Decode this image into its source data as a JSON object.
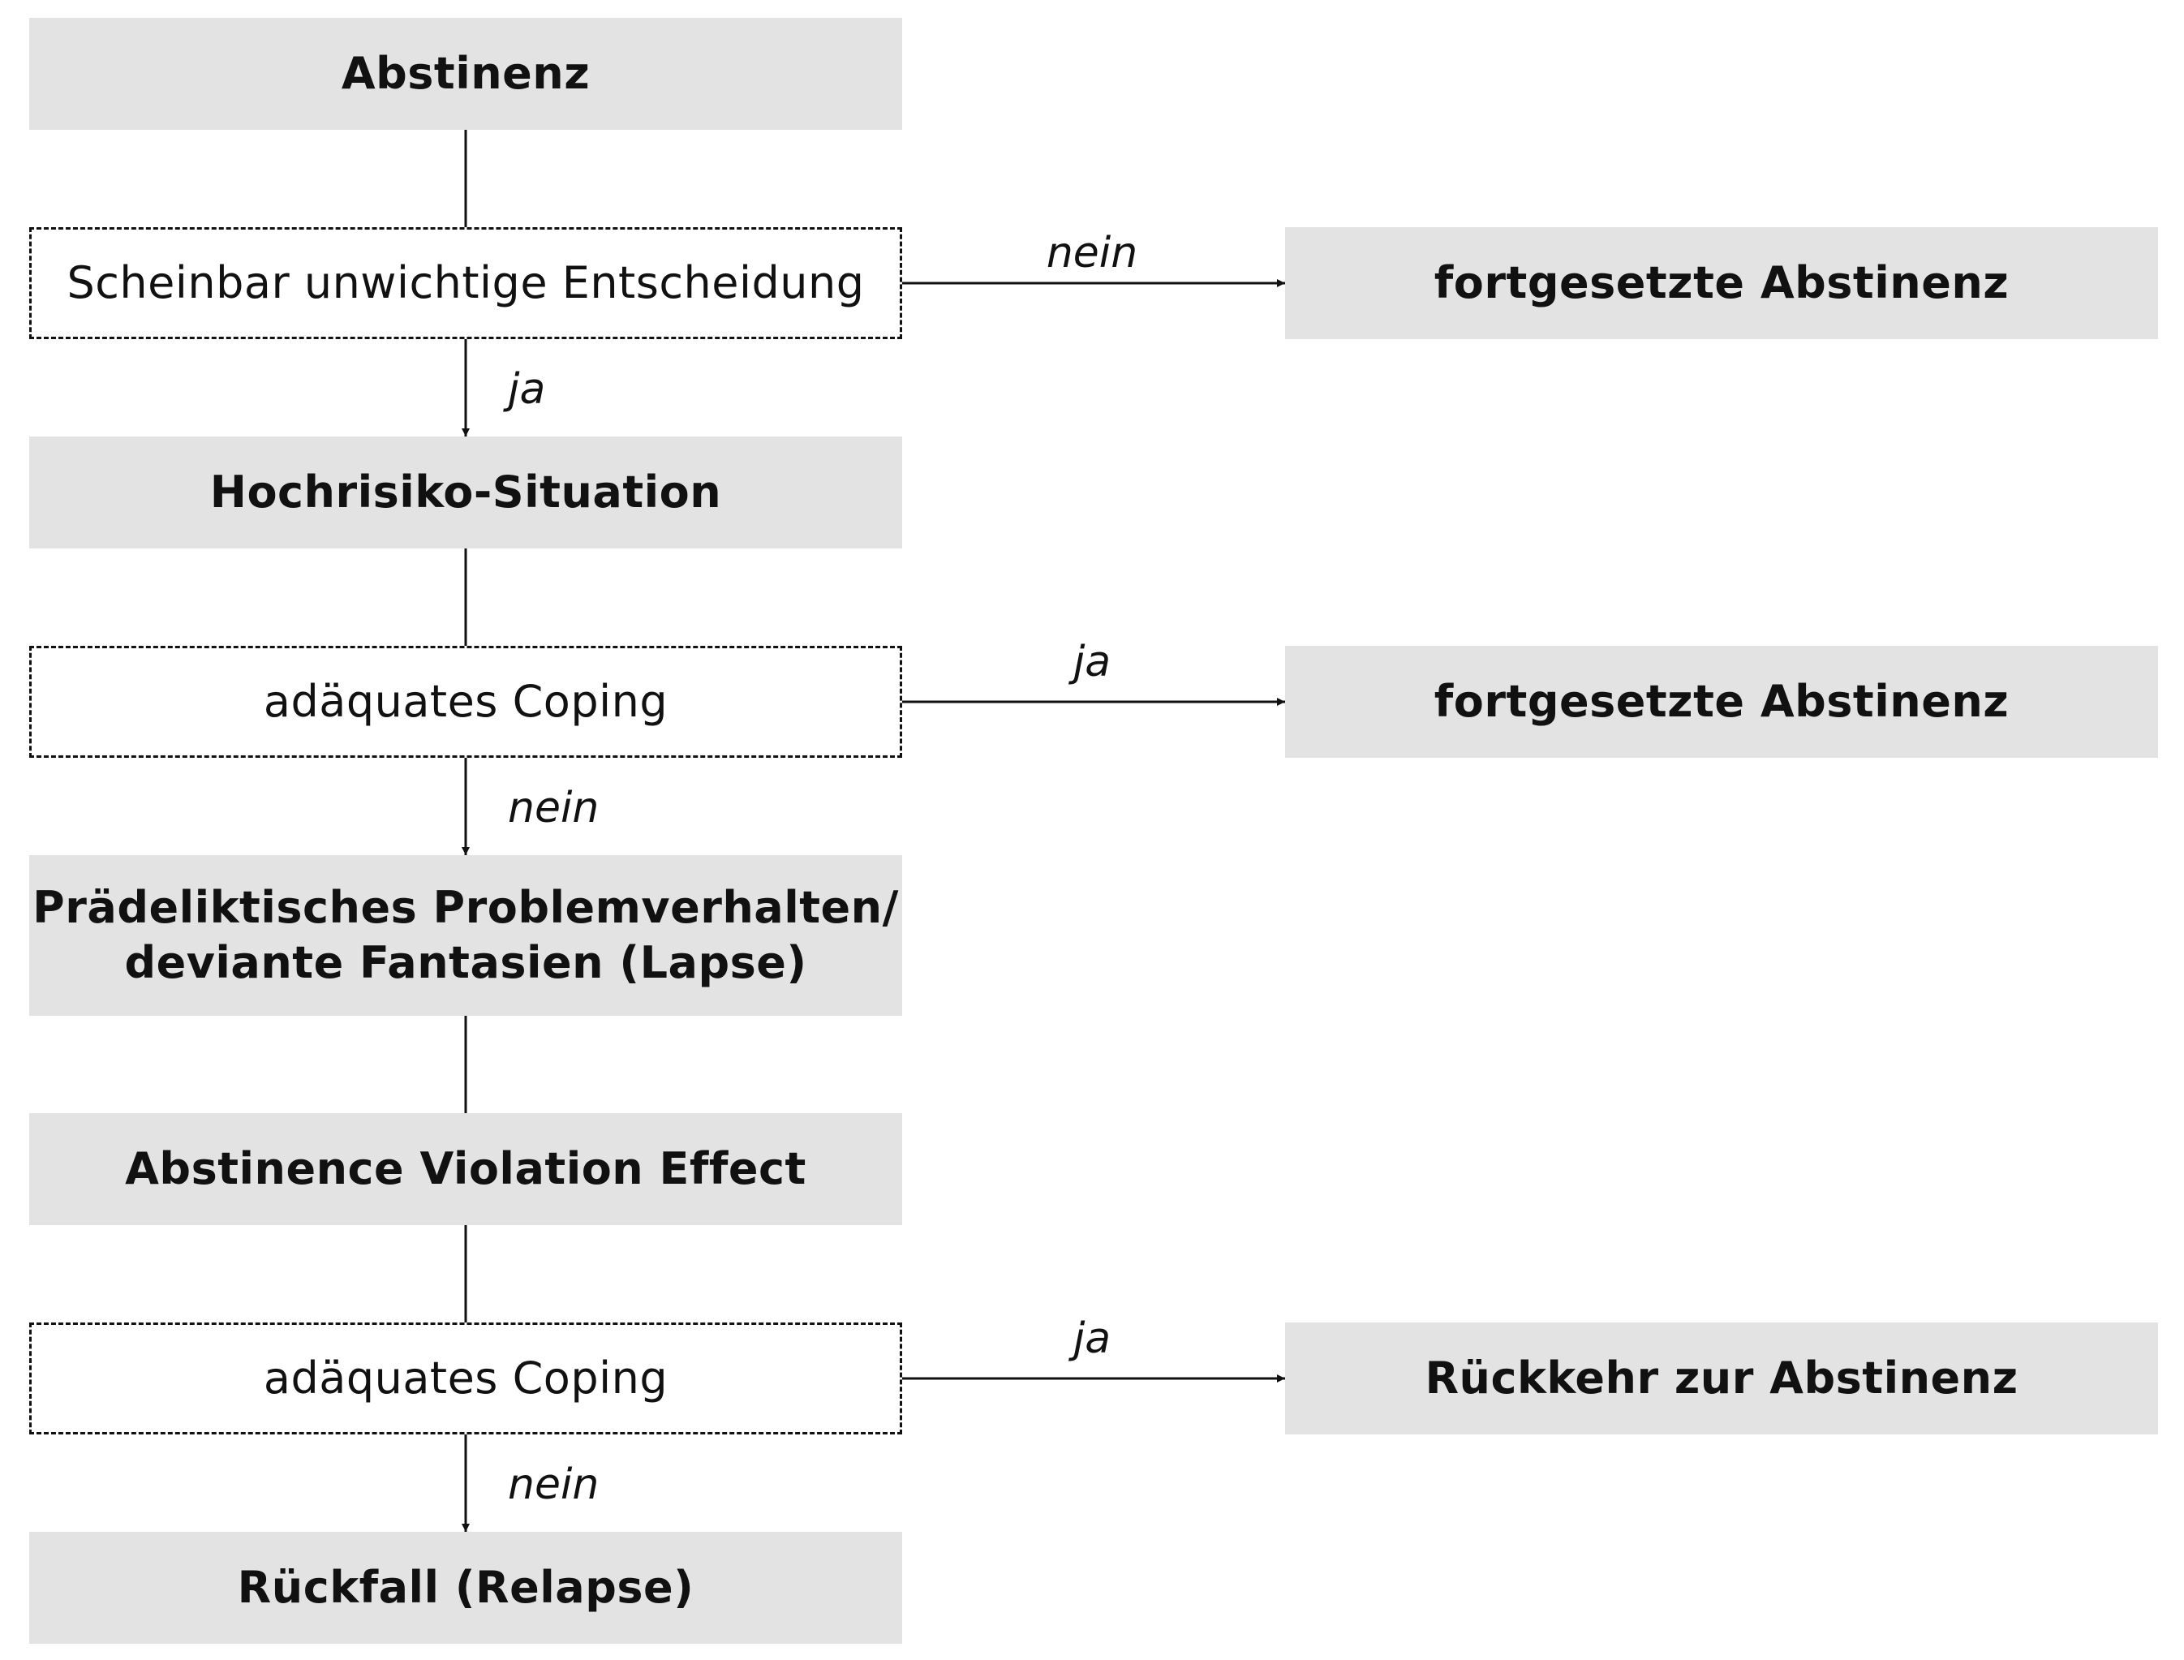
{
  "diagram": {
    "nodes": [
      {
        "id": "abstinenz",
        "lines": [
          "Abstinenz"
        ],
        "style": "solid"
      },
      {
        "id": "scheinbar",
        "lines": [
          "Scheinbar unwichtige Entscheidung"
        ],
        "style": "dashed"
      },
      {
        "id": "fortgesetzte-1",
        "lines": [
          "fortgesetzte Abstinenz"
        ],
        "style": "solid"
      },
      {
        "id": "hochrisiko",
        "lines": [
          "Hochrisiko-Situation"
        ],
        "style": "solid"
      },
      {
        "id": "coping-1",
        "lines": [
          "adäquates Coping"
        ],
        "style": "dashed"
      },
      {
        "id": "fortgesetzte-2",
        "lines": [
          "fortgesetzte Abstinenz"
        ],
        "style": "solid"
      },
      {
        "id": "lapse",
        "lines": [
          "Prädeliktisches Problemverhalten/",
          "deviante Fantasien (Lapse)"
        ],
        "style": "solid"
      },
      {
        "id": "ave",
        "lines": [
          "Abstinence Violation Effect"
        ],
        "style": "solid"
      },
      {
        "id": "coping-2",
        "lines": [
          "adäquates Coping"
        ],
        "style": "dashed"
      },
      {
        "id": "rueckkehr",
        "lines": [
          "Rückkehr zur Abstinenz"
        ],
        "style": "solid"
      },
      {
        "id": "rueckfall",
        "lines": [
          "Rückfall (Relapse)"
        ],
        "style": "solid"
      }
    ],
    "edges": [
      {
        "from": "abstinenz",
        "to": "scheinbar",
        "label": "",
        "arrow": false
      },
      {
        "from": "scheinbar",
        "to": "fortgesetzte-1",
        "label": "nein",
        "arrow": true
      },
      {
        "from": "scheinbar",
        "to": "hochrisiko",
        "label": "ja",
        "arrow": true
      },
      {
        "from": "hochrisiko",
        "to": "coping-1",
        "label": "",
        "arrow": false
      },
      {
        "from": "coping-1",
        "to": "fortgesetzte-2",
        "label": "ja",
        "arrow": true
      },
      {
        "from": "coping-1",
        "to": "lapse",
        "label": "nein",
        "arrow": true
      },
      {
        "from": "lapse",
        "to": "ave",
        "label": "",
        "arrow": false
      },
      {
        "from": "ave",
        "to": "coping-2",
        "label": "",
        "arrow": false
      },
      {
        "from": "coping-2",
        "to": "rueckkehr",
        "label": "ja",
        "arrow": true
      },
      {
        "from": "coping-2",
        "to": "rueckfall",
        "label": "nein",
        "arrow": true
      }
    ],
    "colors": {
      "box_fill": "#e3e3e3",
      "line": "#111111",
      "text": "#111111"
    }
  }
}
